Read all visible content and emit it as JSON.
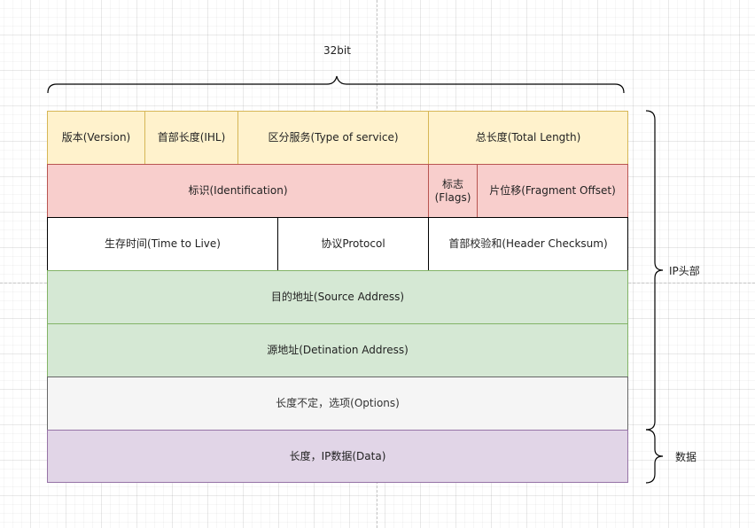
{
  "header": {
    "width_label": "32bit"
  },
  "rows": {
    "row1": {
      "version": "版本(Version)",
      "ihl": "首部长度(IHL)",
      "tos": "区分服务(Type of service)",
      "total_length": "总长度(Total Length)"
    },
    "row2": {
      "identification": "标识(Identification)",
      "flags": "标志\n(Flags)",
      "fragment_offset": "片位移(Fragment Offset)"
    },
    "row3": {
      "ttl": "生存时间(Time to Live)",
      "protocol": "协议Protocol",
      "checksum": "首部校验和(Header Checksum)"
    },
    "row4": {
      "source": "目的地址(Source Address)"
    },
    "row5": {
      "destination": "源地址(Detination Address)"
    },
    "row6": {
      "options": "长度不定，选项(Options)"
    },
    "row7": {
      "data": "长度，IP数据(Data)"
    }
  },
  "side_labels": {
    "ip_header": "IP头部",
    "data": "数据"
  },
  "colors": {
    "yellow_fill": "#fff2cc",
    "yellow_stroke": "#d6b656",
    "red_fill": "#f8cecc",
    "red_stroke": "#b85450",
    "green_fill": "#d5e8d4",
    "green_stroke": "#82b366",
    "gray_fill": "#f5f5f5",
    "gray_stroke": "#666666",
    "purple_fill": "#e1d5e7",
    "purple_stroke": "#9673a6"
  }
}
